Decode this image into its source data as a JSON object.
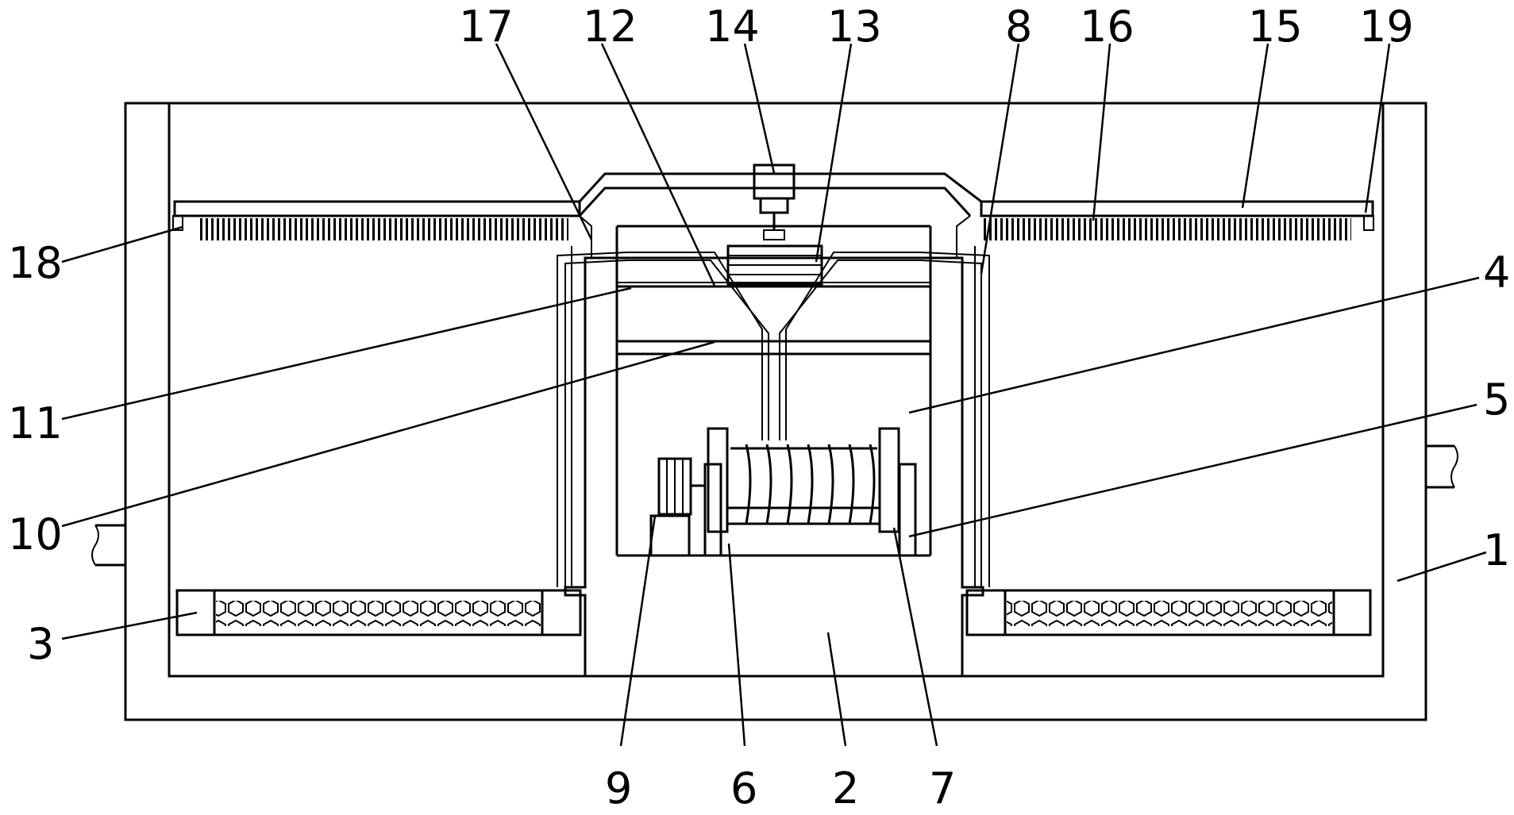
{
  "labels": [
    {
      "id": "17",
      "text": "17"
    },
    {
      "id": "12",
      "text": "12"
    },
    {
      "id": "14",
      "text": "14"
    },
    {
      "id": "13",
      "text": "13"
    },
    {
      "id": "8",
      "text": "8"
    },
    {
      "id": "16",
      "text": "16"
    },
    {
      "id": "15",
      "text": "15"
    },
    {
      "id": "19",
      "text": "19"
    },
    {
      "id": "18",
      "text": "18"
    },
    {
      "id": "4",
      "text": "4"
    },
    {
      "id": "5",
      "text": "5"
    },
    {
      "id": "11",
      "text": "11"
    },
    {
      "id": "10",
      "text": "10"
    },
    {
      "id": "1",
      "text": "1"
    },
    {
      "id": "3",
      "text": "3"
    },
    {
      "id": "9",
      "text": "9"
    },
    {
      "id": "6",
      "text": "6"
    },
    {
      "id": "2",
      "text": "2"
    },
    {
      "id": "7",
      "text": "7"
    }
  ]
}
